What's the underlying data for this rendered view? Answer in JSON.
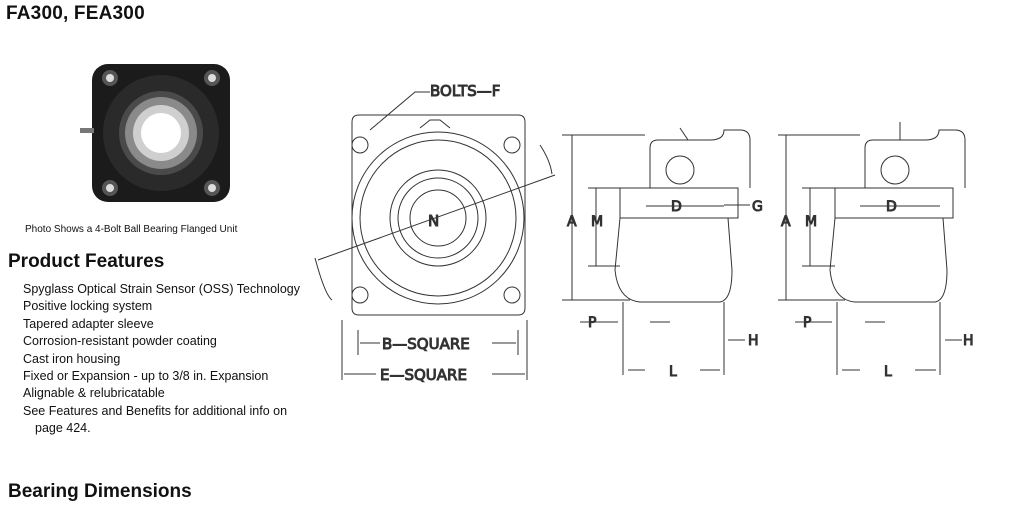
{
  "header": {
    "title": "FA300, FEA300"
  },
  "photo": {
    "caption": "Photo Shows a 4-Bolt Ball Bearing Flanged Unit"
  },
  "product_features": {
    "heading": "Product Features",
    "items": [
      "Spyglass Optical Strain Sensor (OSS) Technology",
      "Positive locking system",
      "Tapered adapter sleeve",
      "Corrosion-resistant powder coating",
      "Cast iron housing",
      "Fixed or Expansion - up to 3/8 in. Expansion",
      "Alignable & relubricatable",
      "See Features and Benefits for additional info on"
    ],
    "last_item_continuation": "page 424."
  },
  "bearing_dimensions": {
    "heading": "Bearing Dimensions"
  },
  "drawing": {
    "front_view": {
      "bolts": "BOLTS—F",
      "center": "N",
      "b": "B—SQUARE",
      "e": "E—SQUARE"
    },
    "side_view_1": {
      "a": "A",
      "m": "M",
      "d": "D",
      "g": "G",
      "p": "P",
      "h": "H",
      "l": "L"
    },
    "side_view_2": {
      "a": "A",
      "m": "M",
      "d": "D",
      "p": "P",
      "h": "H",
      "l": "L"
    }
  }
}
